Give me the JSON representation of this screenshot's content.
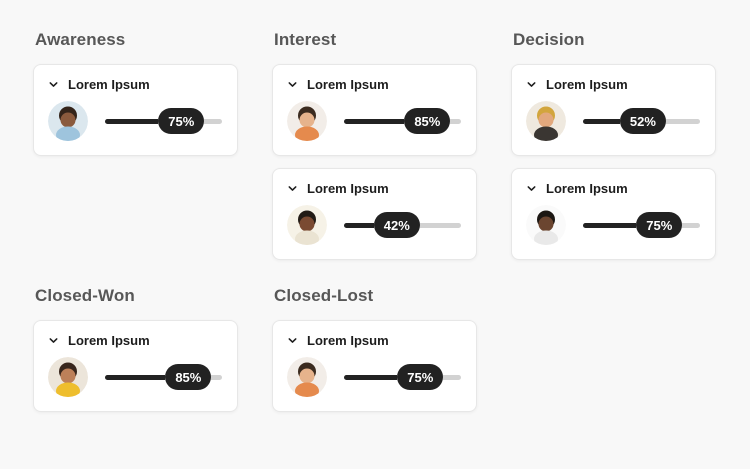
{
  "colors": {
    "page_bg": "#f8f8f8",
    "card_bg": "#ffffff",
    "card_border": "#e7e7e7",
    "column_title_text": "#575757",
    "card_label_text": "#1d1d1d",
    "slider_fill": "#222222",
    "slider_track": "#d2d2d2",
    "badge_bg": "#222222",
    "badge_text": "#ffffff"
  },
  "icons": {
    "card_expand": "chevron-down"
  },
  "columns": [
    {
      "title": "Awareness",
      "cards": [
        {
          "label": "Lorem Ipsum",
          "value": 75,
          "value_label": "75%",
          "avatar": {
            "description": "woman with dark pulled-back hair and light blue top",
            "bg": "#dbe7ee",
            "hair": "#33241a",
            "skin": "#8a5a3d",
            "shirt": "#9ec4dd"
          }
        }
      ]
    },
    {
      "title": "Interest",
      "cards": [
        {
          "label": "Lorem Ipsum",
          "value": 85,
          "value_label": "85%",
          "avatar": {
            "description": "man with dark curly hair and orange shirt",
            "bg": "#f2ede8",
            "hair": "#3b2b1f",
            "skin": "#e6b38c",
            "shirt": "#e58a4d"
          }
        },
        {
          "label": "Lorem Ipsum",
          "value": 42,
          "value_label": "42%",
          "avatar": {
            "description": "smiling woman with black afro hair and cream top",
            "bg": "#f6f2e7",
            "hair": "#221b15",
            "skin": "#7a4a32",
            "shirt": "#eae3d2"
          }
        }
      ]
    },
    {
      "title": "Decision",
      "cards": [
        {
          "label": "Lorem Ipsum",
          "value": 52,
          "value_label": "52%",
          "avatar": {
            "description": "smiling man wearing mustard yellow beanie",
            "bg": "#efe9df",
            "hair": "#d2a53d",
            "skin": "#e2a87d",
            "shirt": "#3a3632"
          }
        },
        {
          "label": "Lorem Ipsum",
          "value": 75,
          "value_label": "75%",
          "avatar": {
            "description": "smiling man with short black hair",
            "bg": "#fafafa",
            "hair": "#1c1713",
            "skin": "#6b4530",
            "shirt": "#e9e9e9"
          }
        }
      ]
    },
    {
      "title": "Closed-Won",
      "cards": [
        {
          "label": "Lorem Ipsum",
          "value": 85,
          "value_label": "85%",
          "avatar": {
            "description": "smiling woman with big dark curly hair and yellow top",
            "bg": "#ece5da",
            "hair": "#38261c",
            "skin": "#bd8059",
            "shirt": "#eebe2d"
          }
        }
      ]
    },
    {
      "title": "Closed-Lost",
      "cards": [
        {
          "label": "Lorem Ipsum",
          "value": 75,
          "value_label": "75%",
          "avatar": {
            "description": "man with dark curly hair and orange shirt",
            "bg": "#f2ede8",
            "hair": "#3b2b1f",
            "skin": "#e6b38c",
            "shirt": "#e58a4d"
          }
        }
      ]
    }
  ]
}
